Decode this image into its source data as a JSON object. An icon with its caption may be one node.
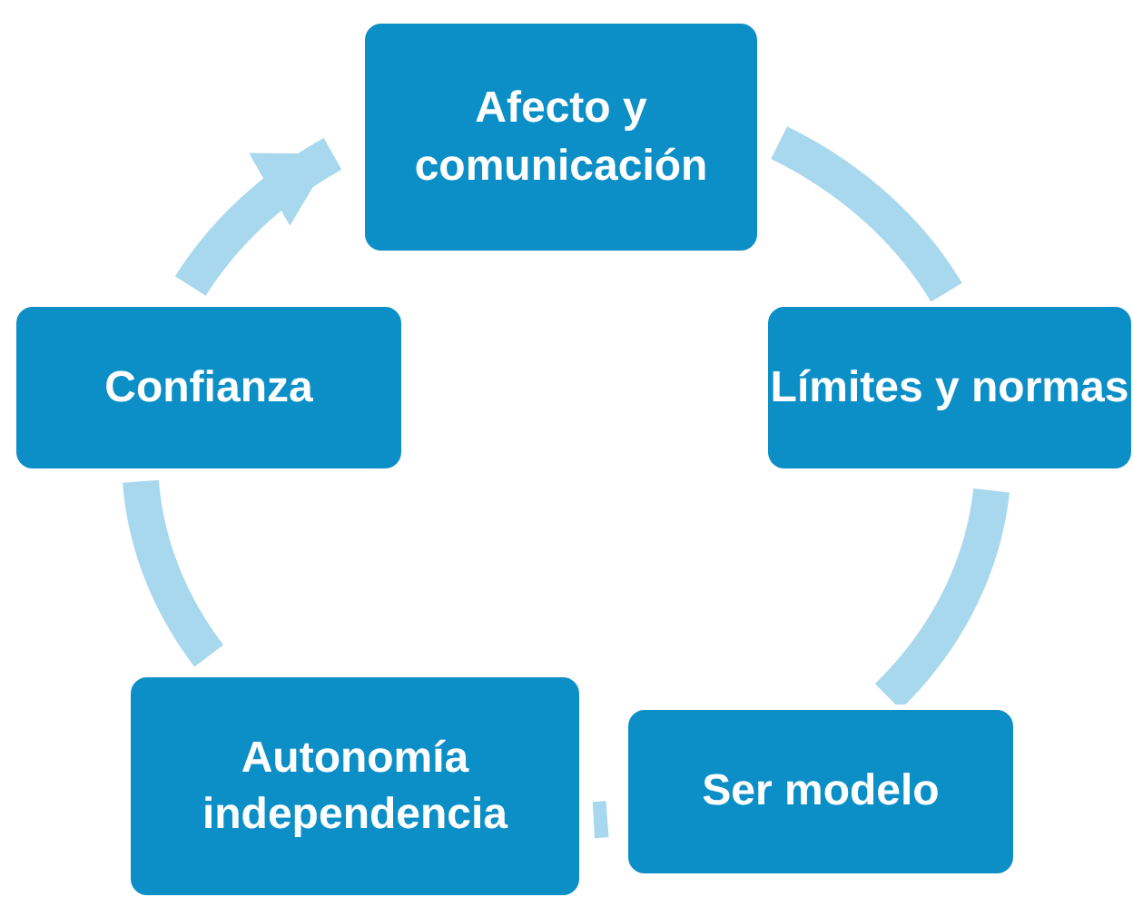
{
  "diagram": {
    "nodes": [
      {
        "text": [
          "Afecto y comunicación"
        ]
      },
      {
        "text": [
          "Límites y normas"
        ]
      },
      {
        "text": [
          "Ser modelo"
        ]
      },
      {
        "text": [
          "Autonomía independencia"
        ]
      },
      {
        "text": [
          "Confianza"
        ]
      }
    ],
    "edges": [
      {
        "from": 0,
        "to": 1,
        "arrow": "none"
      },
      {
        "from": 1,
        "to": 2,
        "arrow": "none"
      },
      {
        "from": 2,
        "to": 3,
        "arrow": "none"
      },
      {
        "from": 3,
        "to": 4,
        "arrow": "none"
      },
      {
        "from": 4,
        "to": 0,
        "arrow": "to"
      }
    ]
  }
}
